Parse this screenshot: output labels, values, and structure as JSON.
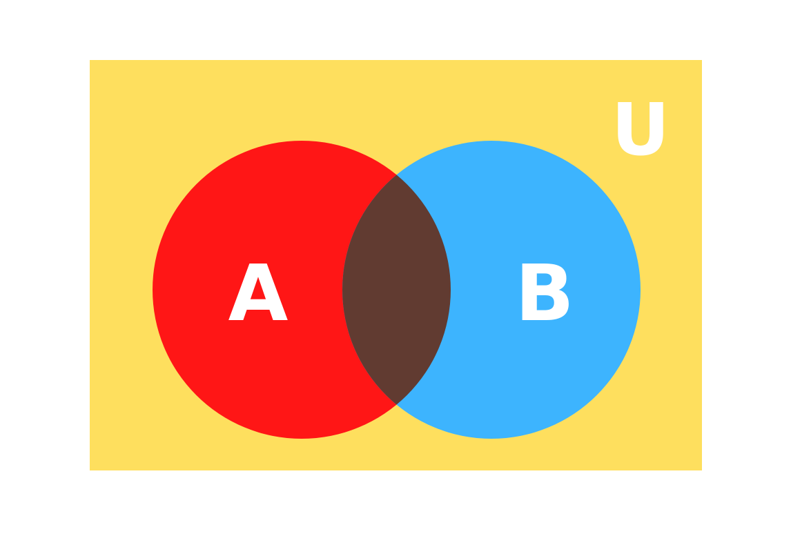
{
  "diagram": {
    "type": "venn",
    "universe": {
      "label": "U",
      "color": "#FEDF5E"
    },
    "sets": [
      {
        "label": "A",
        "color": "#FF1616"
      },
      {
        "label": "B",
        "color": "#3DB4FE"
      }
    ],
    "intersection": {
      "color": "#613B31"
    },
    "label_color": "#FFFFFF",
    "background": "#FFFFFF"
  }
}
